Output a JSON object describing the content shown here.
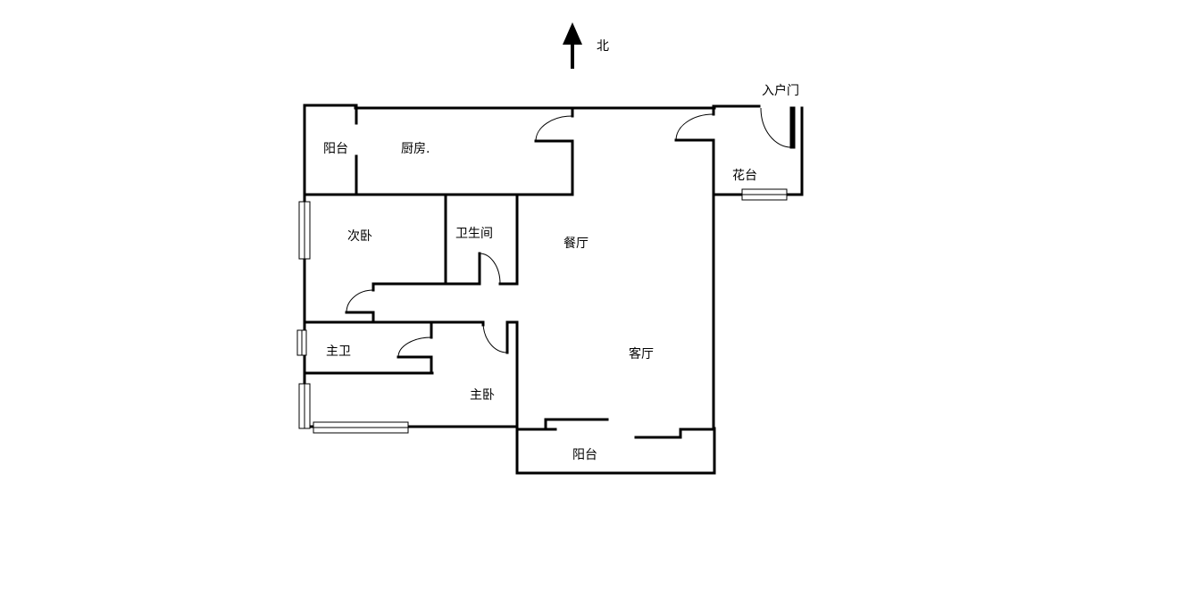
{
  "compass": {
    "north_label": "北"
  },
  "rooms": {
    "entry_door": "入户门",
    "balcony_north": "阳台",
    "kitchen": "厨房.",
    "flower_bed": "花台",
    "second_bedroom": "次卧",
    "bathroom": "卫生间",
    "dining_room": "餐厅",
    "master_bath": "主卫",
    "living_room": "客厅",
    "master_bedroom": "主卧",
    "balcony_south": "阳台"
  }
}
